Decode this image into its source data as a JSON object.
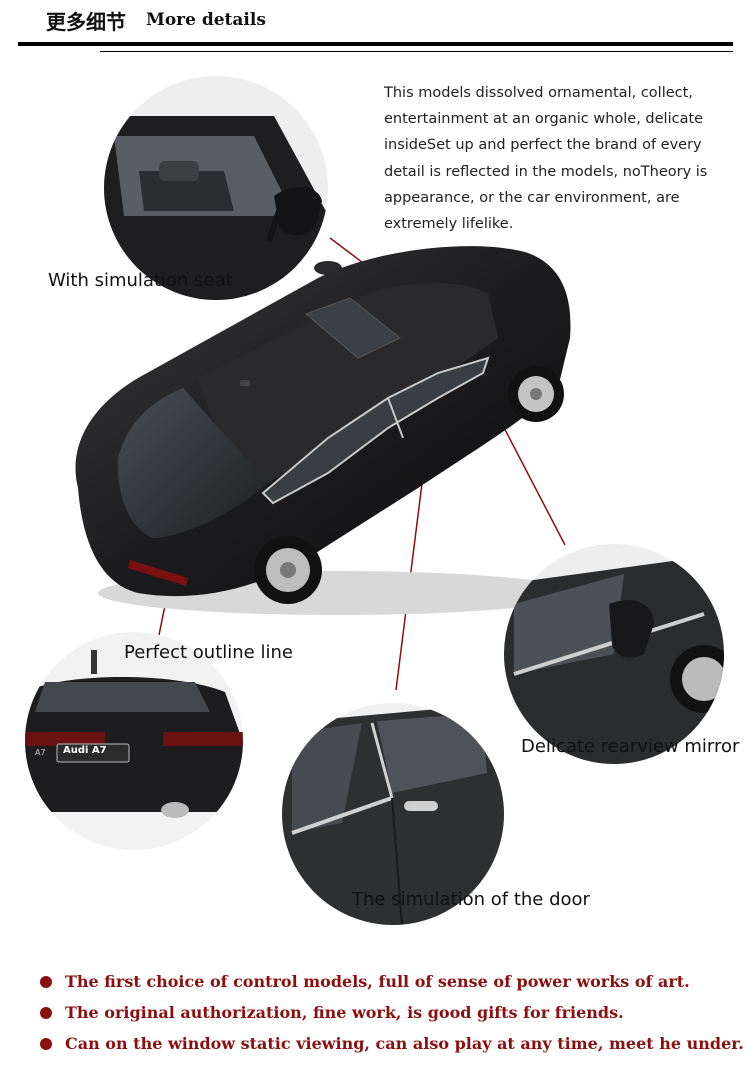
{
  "header": {
    "title_cn": "更多细节",
    "title_en": "More details"
  },
  "description": "This models dissolved ornamental, collect, entertainment at an organic whole, delicate insideSet up and perfect the brand of every detail is reflected in the models, noTheory is appearance, or the car environment, are extremely lifelike.",
  "callouts": {
    "seat": "With simulation seat",
    "outline": "Perfect outline line",
    "mirror": "Delicate rearview mirror",
    "door": "The simulation of the door"
  },
  "rear_badge": {
    "brand": "Audi A7",
    "side": "A7"
  },
  "bullets": [
    "The first choice of control models, full of sense of power works of art.",
    "The original authorization, fine work, is good gifts for friends.",
    "Can on the window static viewing, can also play at any time, meet he under."
  ],
  "colors": {
    "accent": "#8b0f0f",
    "rule": "#000000",
    "car_body": "#1c1c1e"
  }
}
